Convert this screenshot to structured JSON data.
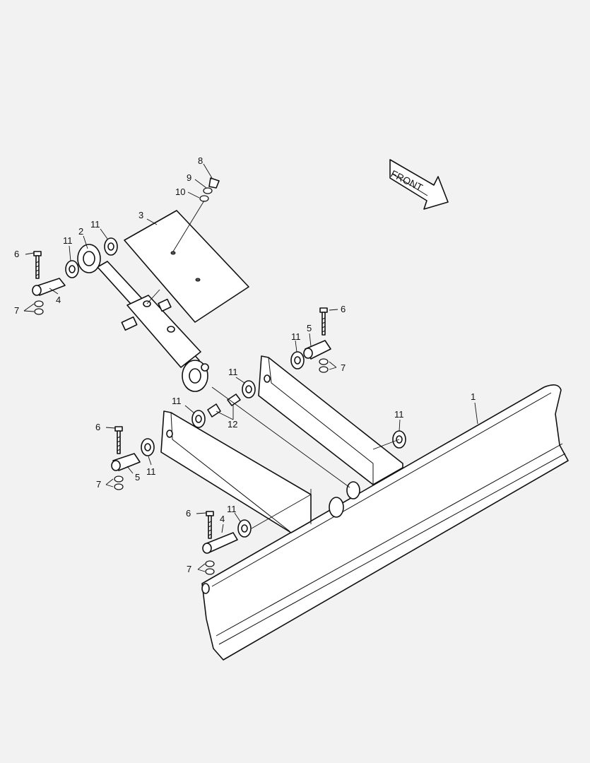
{
  "diagram": {
    "front_label": "FRONT",
    "callouts": {
      "blade": "1",
      "cylinder": "2",
      "plate": "3",
      "pin_long": "4",
      "pin_short": "5",
      "bolt": "6",
      "nut": "7",
      "screw": "8",
      "lock_washer": "9",
      "flat_washer": "10",
      "washer": "11",
      "grease_fitting": "12"
    }
  }
}
